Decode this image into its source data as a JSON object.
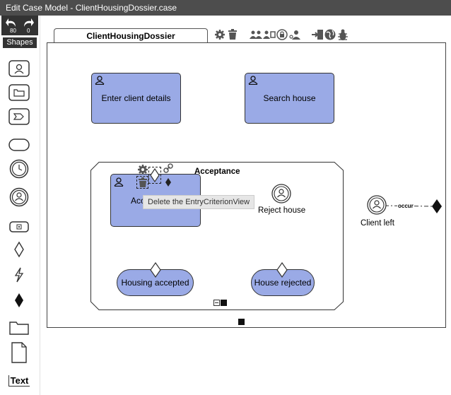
{
  "window": {
    "title": "Edit Case Model - ClientHousingDossier.case"
  },
  "toolbox": {
    "undo_count": "80",
    "redo_count": "0",
    "shapes_label": "Shapes",
    "text_tool_label": "Text"
  },
  "canvas": {
    "tab_label": "ClientHousingDossier"
  },
  "diagram": {
    "tasks": [
      {
        "label": "Enter client details"
      },
      {
        "label": "Search house"
      }
    ],
    "stage_label": "Acceptance",
    "selected_task_label": "Acc",
    "event_reject_label": "Reject house",
    "event_client_left_label": "Client left",
    "milestones": [
      {
        "label": "Housing accepted"
      },
      {
        "label": "House rejected"
      }
    ],
    "connector_label": "occur",
    "tooltip": "Delete the EntryCriterionView"
  },
  "colors": {
    "task_fill": "#9aaae6",
    "titlebar": "#4d4d4d"
  }
}
